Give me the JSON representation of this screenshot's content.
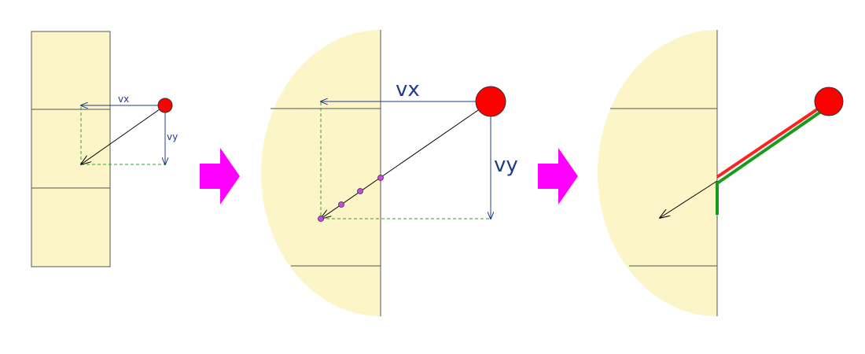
{
  "colors": {
    "region_fill": "#fbf5c8",
    "region_stroke": "#555555",
    "velocity_vector": "#1f3c8c",
    "dashed_projection": "#22aa22",
    "ball_fill": "#ff0000",
    "ball_stroke": "#333333",
    "motion_line": "#000000",
    "sample_point": "#cc44ee",
    "arrow_fill": "#ff00ff",
    "path_red": "#ff2020",
    "path_green": "#1a9a1a"
  },
  "panels": {
    "panel1": {
      "vx_label": "vx",
      "vy_label": "vy"
    },
    "panel2": {
      "vx_label": "vx",
      "vy_label": "vy"
    },
    "panel3": {}
  },
  "icons": {
    "step_arrow": "right-arrow-icon",
    "ball": "ball-icon"
  }
}
